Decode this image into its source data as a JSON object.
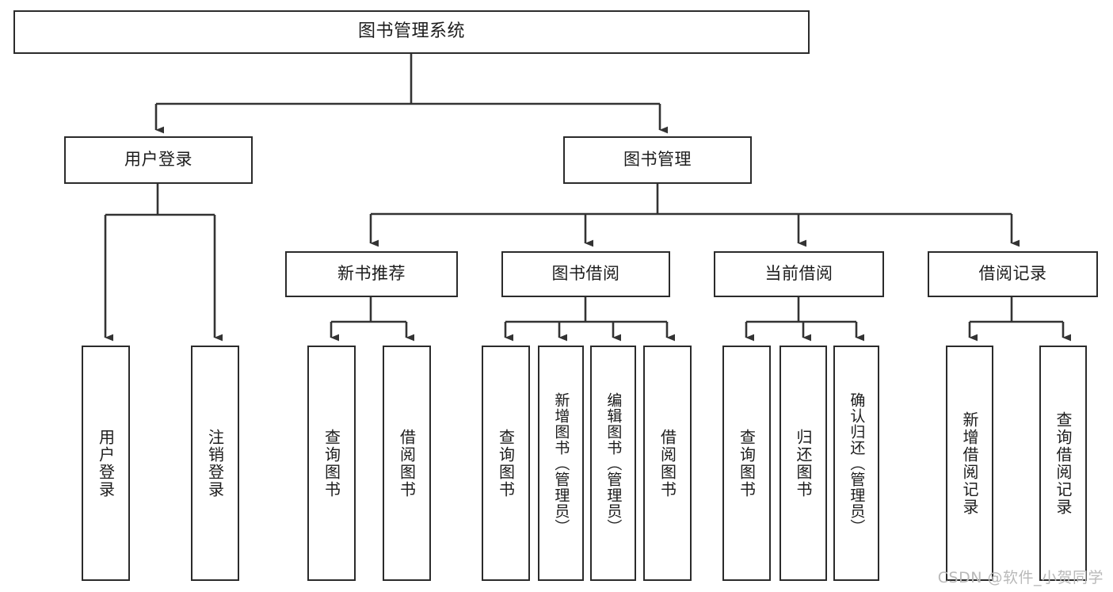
{
  "diagram": {
    "title": "图书管理系统",
    "type": "tree",
    "orientation": "top-down",
    "style": {
      "box_fill": "#ffffff",
      "box_stroke": "#2b2b2b",
      "connector_stroke": "#333333",
      "text_color": "#1c1c1c",
      "background": "#ffffff"
    },
    "root": {
      "label": "图书管理系统"
    },
    "level2": [
      {
        "label": "用户登录"
      },
      {
        "label": "图书管理"
      }
    ],
    "level3": [
      {
        "label": "新书推荐"
      },
      {
        "label": "图书借阅"
      },
      {
        "label": "当前借阅"
      },
      {
        "label": "借阅记录"
      }
    ],
    "leaves": {
      "user_login": [
        {
          "label": "用户登录"
        },
        {
          "label": "注销登录"
        }
      ],
      "new_book_recommend": [
        {
          "label": "查询图书"
        },
        {
          "label": "借阅图书"
        }
      ],
      "book_borrow": [
        {
          "label": "查询图书"
        },
        {
          "label": "新增图书（管理员）"
        },
        {
          "label": "编辑图书（管理员）"
        },
        {
          "label": "借阅图书"
        }
      ],
      "current_borrow": [
        {
          "label": "查询图书"
        },
        {
          "label": "归还图书"
        },
        {
          "label": "确认归还（管理员）"
        }
      ],
      "borrow_records": [
        {
          "label": "新增借阅记录"
        },
        {
          "label": "查询借阅记录"
        }
      ]
    }
  },
  "watermark": {
    "text": "CSDN @软件_小贺同学"
  }
}
